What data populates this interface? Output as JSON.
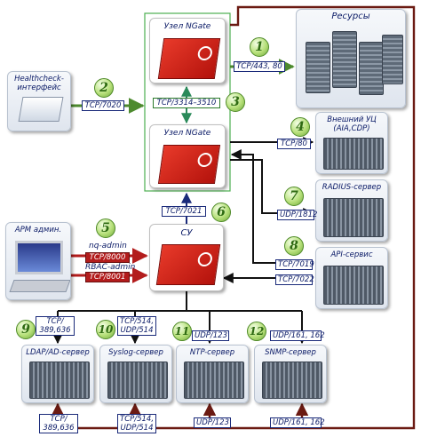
{
  "nodes": {
    "ngate_top": "Узел NGate",
    "ngate_bottom": "Узел NGate",
    "resources": "Ресурсы",
    "healthcheck": "Healthcheck-\nинтерфейс",
    "external_ca": "Внешний УЦ\n(AIA,CDP)",
    "radius": "RADIUS-сервер",
    "api": "API-сервис",
    "arm": "АРМ админ.",
    "su": "СУ",
    "ldap": "LDAP/AD-сервер",
    "syslog": "Syslog-сервер",
    "ntp": "NTP-сервер",
    "snmp": "SNMP-сервер"
  },
  "brand_text": "NGate",
  "numbers": [
    "1",
    "2",
    "3",
    "4",
    "5",
    "6",
    "7",
    "8",
    "9",
    "10",
    "11",
    "12"
  ],
  "ports": {
    "resources": "TCP/443, 80",
    "healthcheck": "TCP/7020",
    "cluster": "TCP/3314–3510",
    "ca": "TCP/80",
    "radius": "UDP/1812",
    "su": "TCP/7021",
    "api_1": "TCP/7019",
    "api_2": "TCP/7022",
    "arm_1": "TCP/8000",
    "arm_2": "TCP/8001",
    "ldap": "TCP/\n389,636",
    "syslog": "TCP/514,\nUDP/514",
    "ntp": "UDP/123",
    "snmp": "UDP/161, 162",
    "ldap_bottom": "TCP/\n389,636",
    "syslog_bottom": "TCP/514,\nUDP/514",
    "ntp_bottom": "UDP/123",
    "snmp_bottom": "UDP/161, 162"
  },
  "labels": {
    "nq_admin": "nq-admin",
    "rbac_admin": "RBAC-admin"
  },
  "colors": {
    "green_line": "#4d8a2e",
    "black_line": "#111111",
    "brown_line": "#6b1a12",
    "cluster_border": "#4caf50",
    "red_accent": "#b31c1c"
  }
}
